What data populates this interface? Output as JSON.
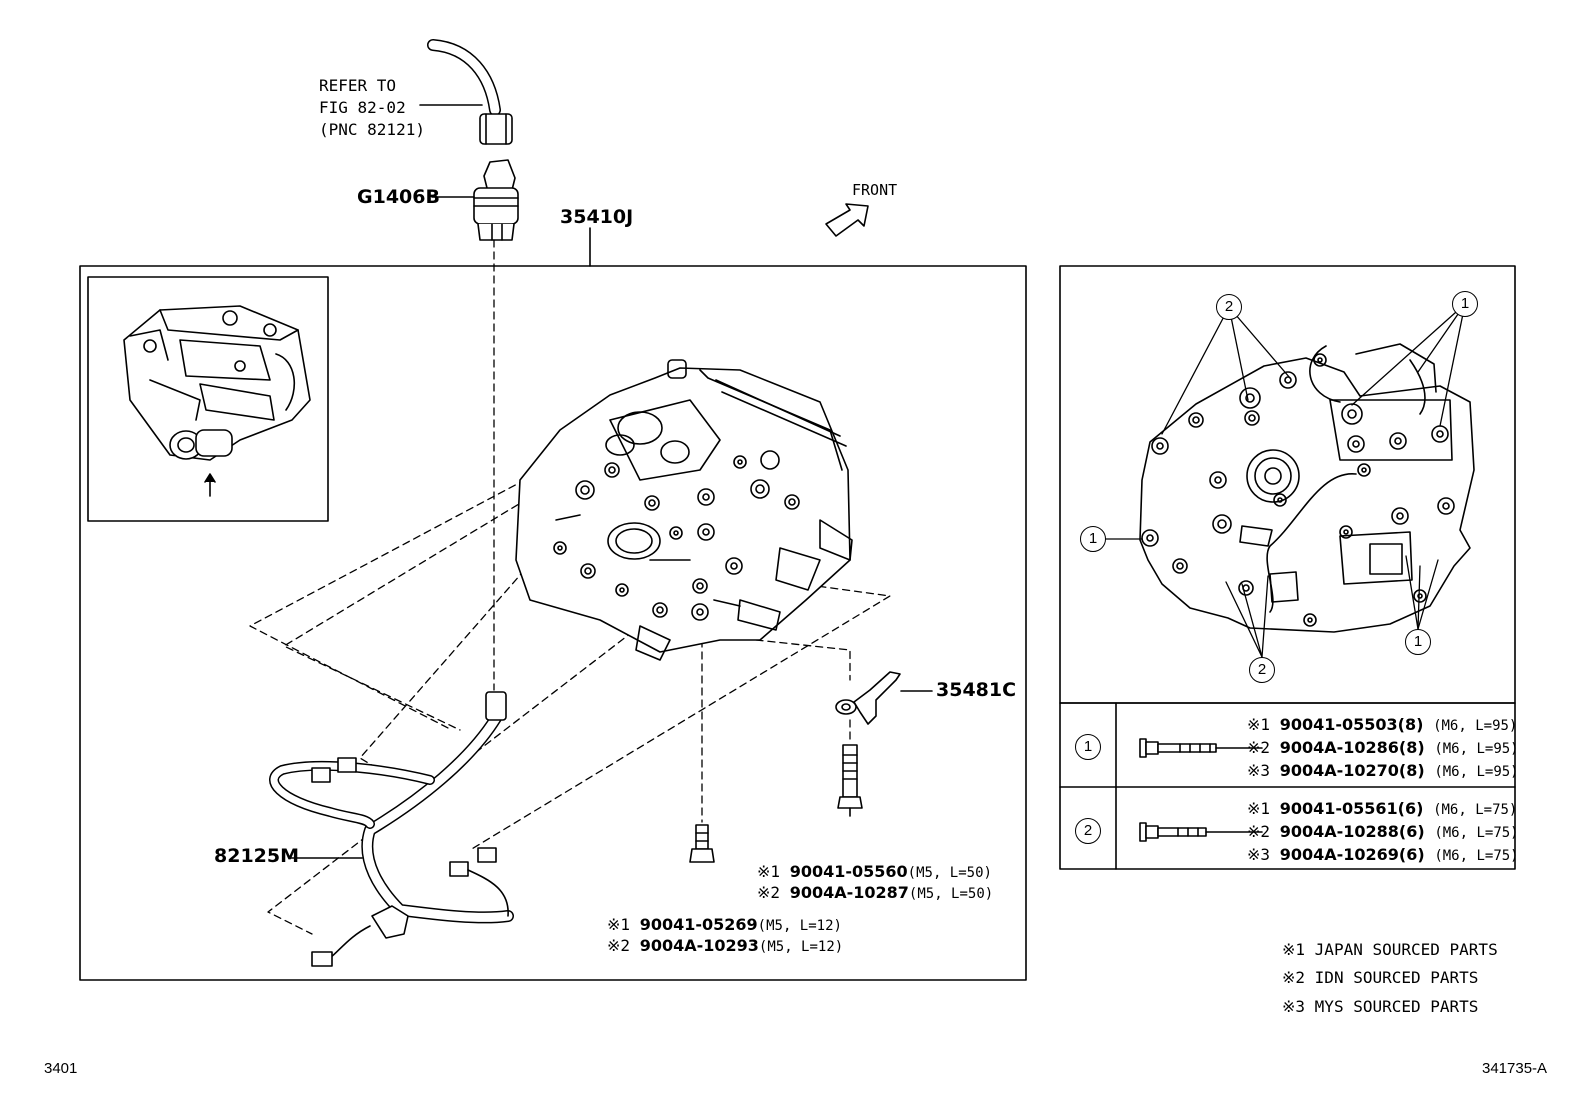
{
  "refer_note": {
    "line1": "REFER TO",
    "line2": "FIG 82-02",
    "line3": "(PNC 82121)"
  },
  "parts": {
    "connector": "G1406B",
    "valve_body": "35410J",
    "bracket": "35481C",
    "wire_harness": "82125M"
  },
  "front_label": "FRONT",
  "bolts": {
    "bolt_m5_50": {
      "line1_mark": "※1",
      "line1_pn": "90041-05560",
      "line1_spec": "(M5, L=50)",
      "line2_mark": "※2",
      "line2_pn": "9004A-10287",
      "line2_spec": "(M5, L=50)"
    },
    "bolt_m5_12": {
      "line1_mark": "※1",
      "line1_pn": "90041-05269",
      "line1_spec": "(M5, L=12)",
      "line2_mark": "※2",
      "line2_pn": "9004A-10293",
      "line2_spec": "(M5, L=12)"
    }
  },
  "callout_markers": {
    "one": "1",
    "two": "2"
  },
  "bolt_table": {
    "row1": {
      "marker": "1",
      "a_mark": "※1",
      "a_pn": "90041-05503",
      "a_qty": "(8)",
      "a_spec": "(M6, L=95)",
      "b_mark": "※2",
      "b_pn": "9004A-10286",
      "b_qty": "(8)",
      "b_spec": "(M6, L=95)",
      "c_mark": "※3",
      "c_pn": "9004A-10270",
      "c_qty": "(8)",
      "c_spec": "(M6, L=95)"
    },
    "row2": {
      "marker": "2",
      "a_mark": "※1",
      "a_pn": "90041-05561",
      "a_qty": "(6)",
      "a_spec": "(M6, L=75)",
      "b_mark": "※2",
      "b_pn": "9004A-10288",
      "b_qty": "(6)",
      "b_spec": "(M6, L=75)",
      "c_mark": "※3",
      "c_pn": "9004A-10269",
      "c_qty": "(6)",
      "c_spec": "(M6, L=75)"
    }
  },
  "legend": {
    "l1": "※1 JAPAN SOURCED PARTS",
    "l2": "※2 IDN SOURCED PARTS",
    "l3": "※3 MYS SOURCED PARTS"
  },
  "footer": {
    "left": "3401",
    "right": "341735-A"
  }
}
